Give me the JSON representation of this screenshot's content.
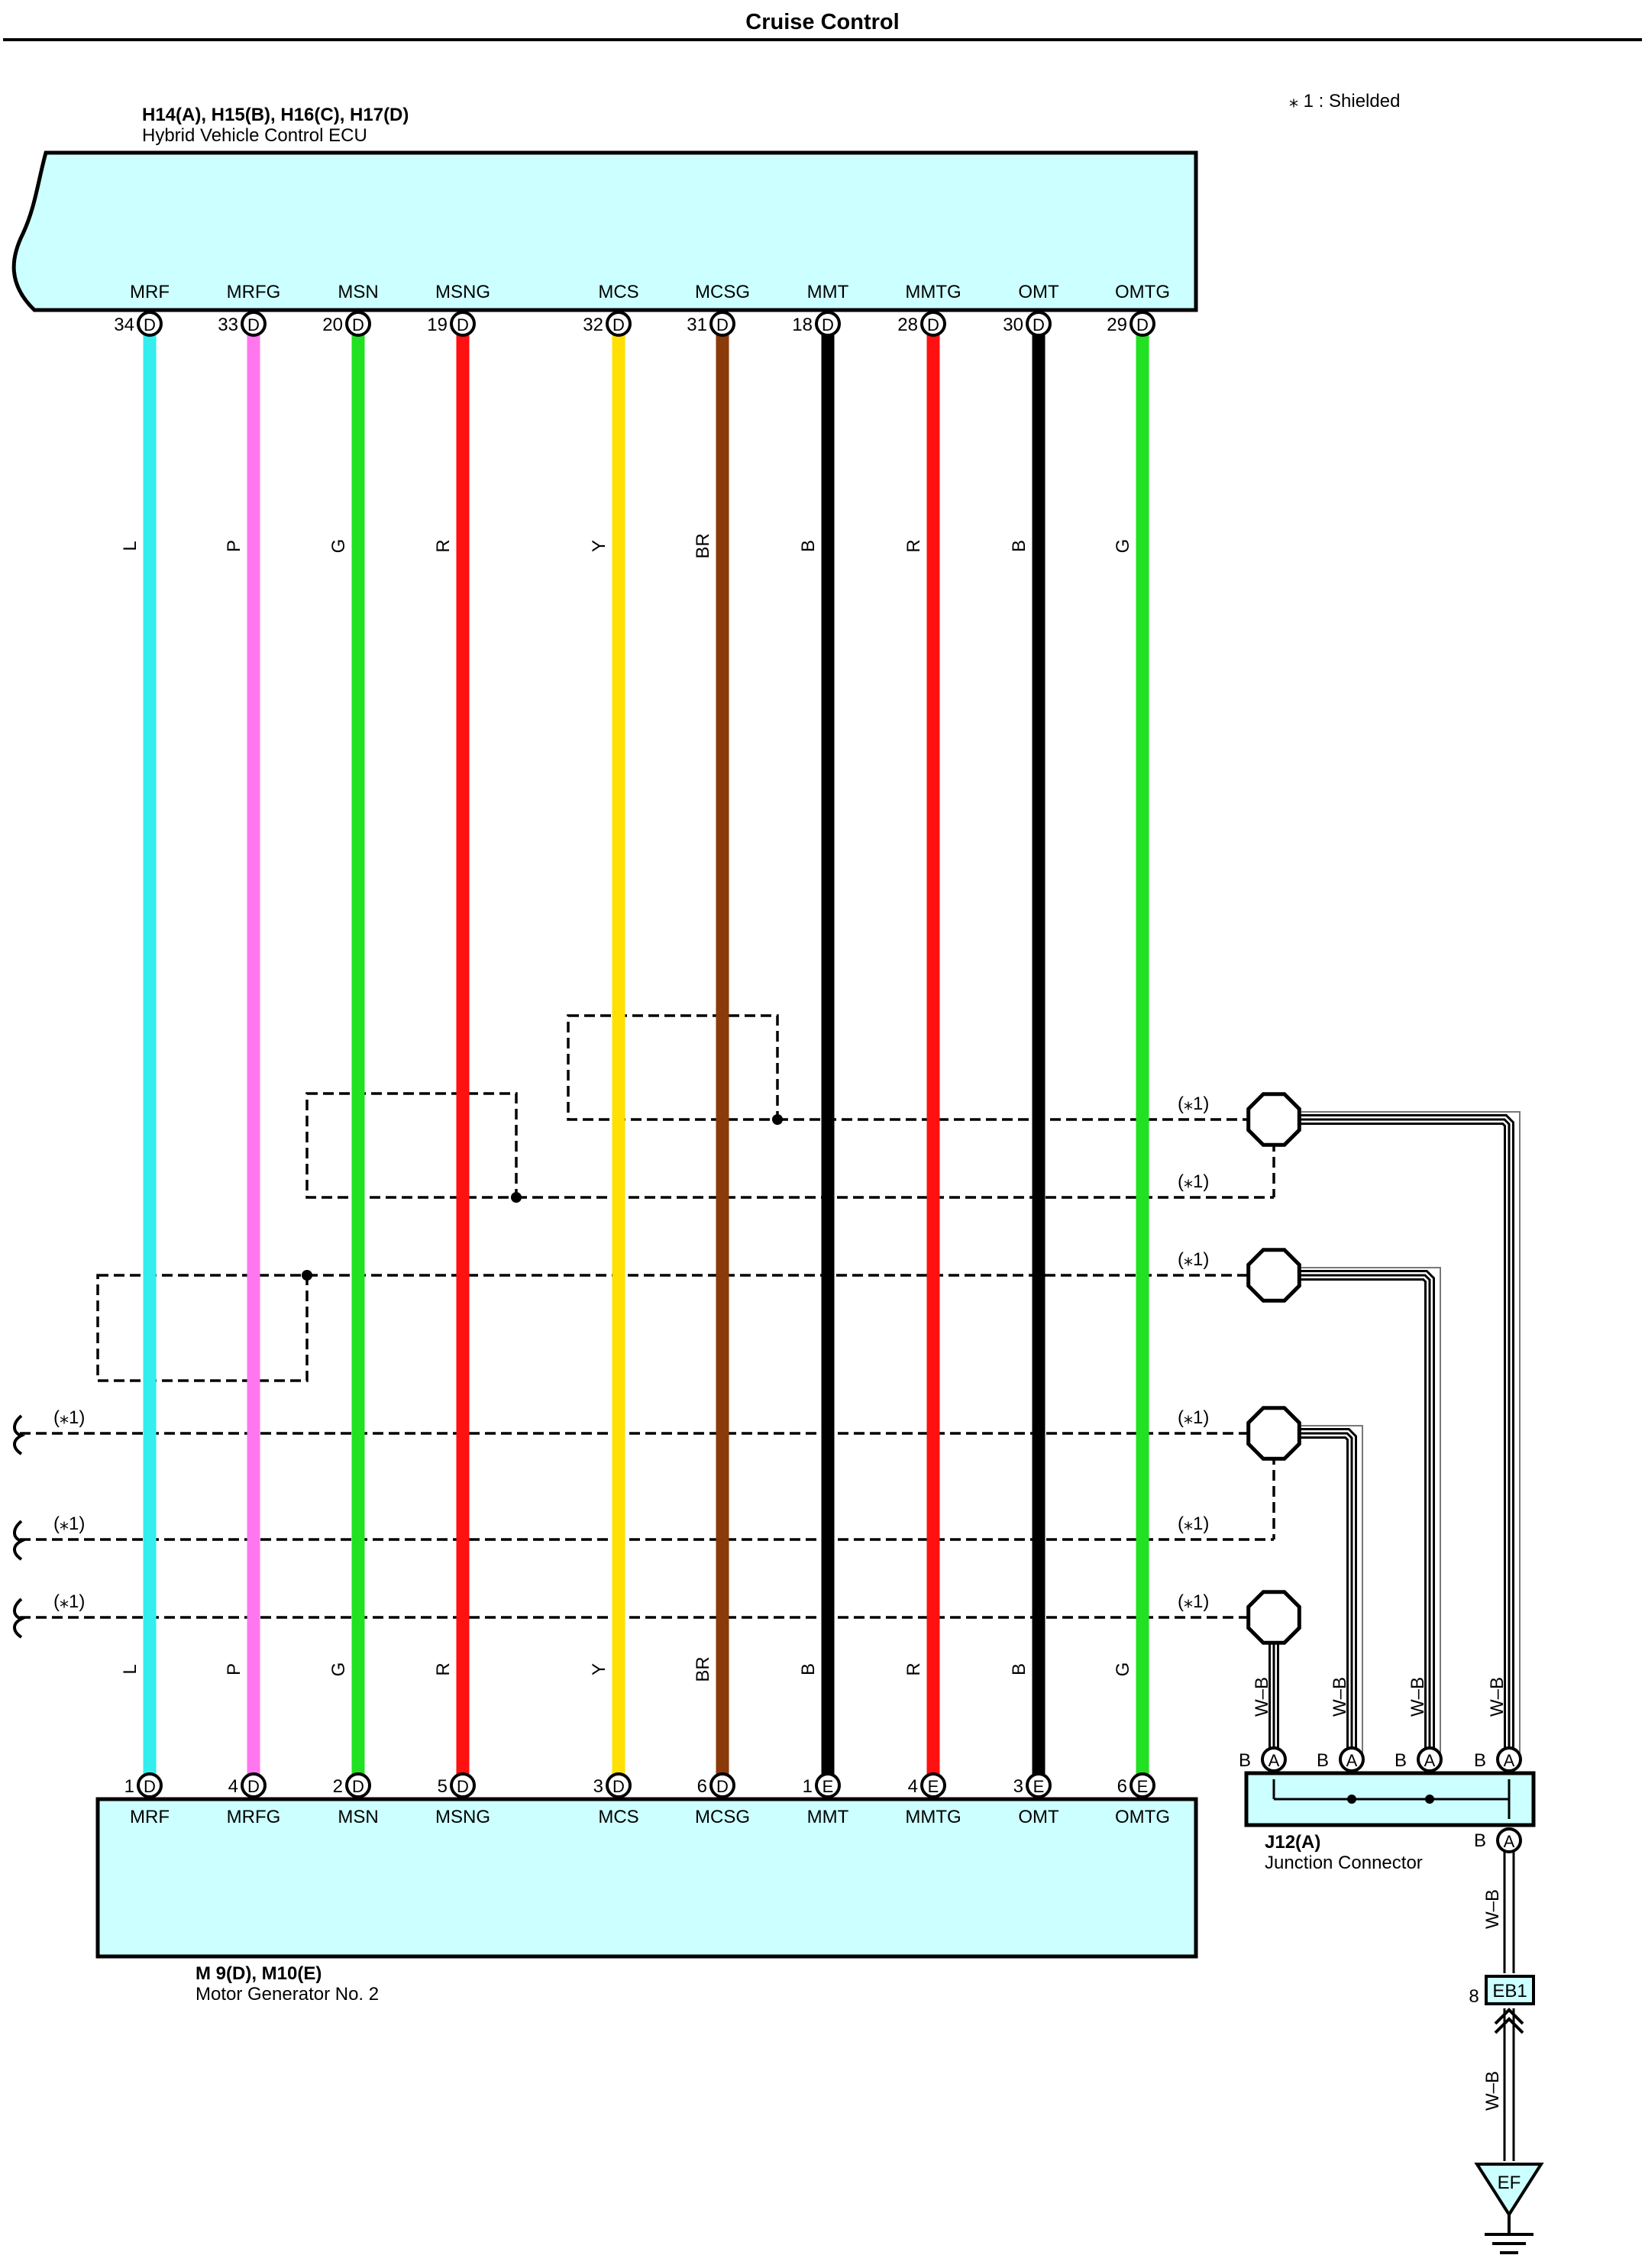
{
  "title": "Cruise Control",
  "note": "⁎ 1 : Shielded",
  "ecu": {
    "connectors": "H14(A), H15(B), H16(C), H17(D)",
    "name": "Hybrid Vehicle Control ECU"
  },
  "motor": {
    "connectors": "M 9(D), M10(E)",
    "name": "Motor Generator No. 2"
  },
  "junction": {
    "id": "J12(A)",
    "name": "Junction Connector",
    "pin_letter": "A",
    "pin_wire": "B",
    "wire_label": "W–B"
  },
  "ground_connector": {
    "pin": "8",
    "id": "EB1"
  },
  "ground": {
    "id": "EF"
  },
  "shield_label": "(⁎1)",
  "wires": [
    {
      "signal": "MRF",
      "top_pin": "34",
      "top_conn": "D",
      "bot_pin": "1",
      "bot_conn": "D",
      "color_code": "L",
      "color": "#33eeee"
    },
    {
      "signal": "MRFG",
      "top_pin": "33",
      "top_conn": "D",
      "bot_pin": "4",
      "bot_conn": "D",
      "color_code": "P",
      "color": "#ff77ee"
    },
    {
      "signal": "MSN",
      "top_pin": "20",
      "top_conn": "D",
      "bot_pin": "2",
      "bot_conn": "D",
      "color_code": "G",
      "color": "#22e022"
    },
    {
      "signal": "MSNG",
      "top_pin": "19",
      "top_conn": "D",
      "bot_pin": "5",
      "bot_conn": "D",
      "color_code": "R",
      "color": "#ff1111"
    },
    {
      "signal": "MCS",
      "top_pin": "32",
      "top_conn": "D",
      "bot_pin": "3",
      "bot_conn": "D",
      "color_code": "Y",
      "color": "#ffe000"
    },
    {
      "signal": "MCSG",
      "top_pin": "31",
      "top_conn": "D",
      "bot_pin": "6",
      "bot_conn": "D",
      "color_code": "BR",
      "color": "#8b3a0a"
    },
    {
      "signal": "MMT",
      "top_pin": "18",
      "top_conn": "D",
      "bot_pin": "1",
      "bot_conn": "E",
      "color_code": "B",
      "color": "#000000"
    },
    {
      "signal": "MMTG",
      "top_pin": "28",
      "top_conn": "D",
      "bot_pin": "4",
      "bot_conn": "E",
      "color_code": "R",
      "color": "#ff1111"
    },
    {
      "signal": "OMT",
      "top_pin": "30",
      "top_conn": "D",
      "bot_pin": "3",
      "bot_conn": "E",
      "color_code": "B",
      "color": "#000000"
    },
    {
      "signal": "OMTG",
      "top_pin": "29",
      "top_conn": "D",
      "bot_pin": "6",
      "bot_conn": "E",
      "color_code": "G",
      "color": "#22e022"
    }
  ]
}
